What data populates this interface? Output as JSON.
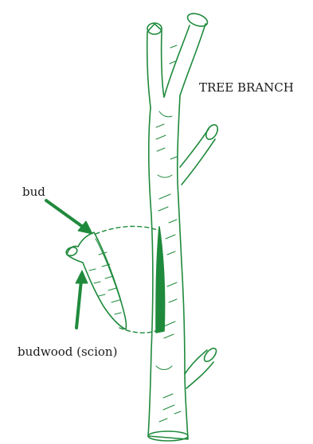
{
  "labels": {
    "tree_branch": "TREE BRANCH",
    "bud": "bud",
    "budwood": "budwood (scion)"
  },
  "colors": {
    "ink": "#1f8a3c",
    "dashed": "#1f8a3c",
    "text": "#1a1a1a"
  },
  "icons": {
    "branch": "tree-branch-drawing",
    "scion": "budwood-scion-drawing",
    "bud_arrow": "arrow-pointing-to-bud",
    "budwood_arrow": "arrow-pointing-to-budwood"
  }
}
